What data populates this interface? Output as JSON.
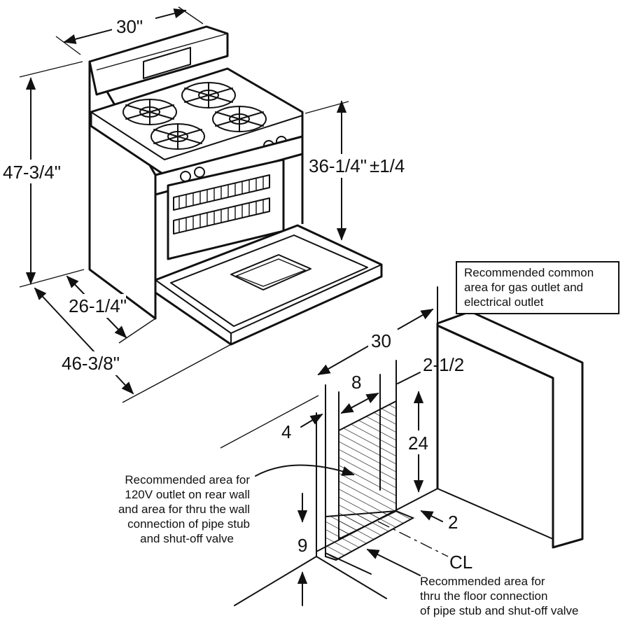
{
  "range_dimensions": {
    "width": "30\"",
    "overall_height": "47-3/4\"",
    "cooktop_height": "36-1/4\"",
    "cooktop_tolerance": "±1/4",
    "depth": "26-1/4\"",
    "depth_door_open": "46-3/8\""
  },
  "installation_dimensions": {
    "cabinet_opening": "30",
    "side_offset": "2-1/2",
    "area_width": "8",
    "left_offset": "4",
    "area_height": "24",
    "floor_depth": "2",
    "floor_height": "9",
    "centerline_symbol": "CL"
  },
  "notes": {
    "common_area": [
      "Recommended common",
      "area for gas outlet and",
      "electrical outlet"
    ],
    "rear_wall_area": [
      "Recommended area for",
      "120V outlet on rear wall",
      "and area for thru the wall",
      "connection of pipe stub",
      "and shut-off valve"
    ],
    "floor_area": [
      "Recommended area for",
      "thru the floor connection",
      "of pipe stub and shut-off valve"
    ]
  }
}
